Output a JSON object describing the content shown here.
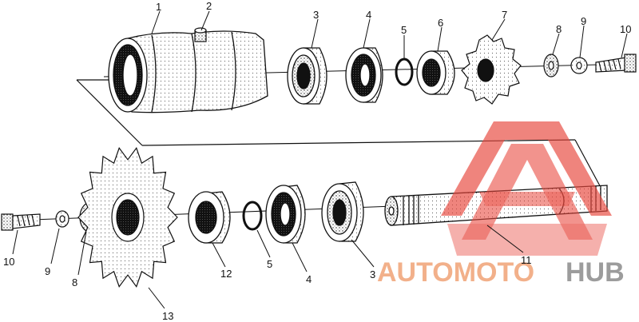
{
  "diagram": {
    "callouts_top": [
      "1",
      "2",
      "3",
      "4",
      "5",
      "6",
      "7",
      "8",
      "9",
      "10"
    ],
    "callouts_bottom": [
      "10",
      "9",
      "8",
      "13",
      "12",
      "5",
      "4",
      "3",
      "11"
    ]
  },
  "watermark": {
    "part1": "AUTOMOTO",
    "part2": "HUB",
    "color_primary": "#f2b08a",
    "color_secondary": "#9c9c9c",
    "logo_color": "#e8473c"
  }
}
